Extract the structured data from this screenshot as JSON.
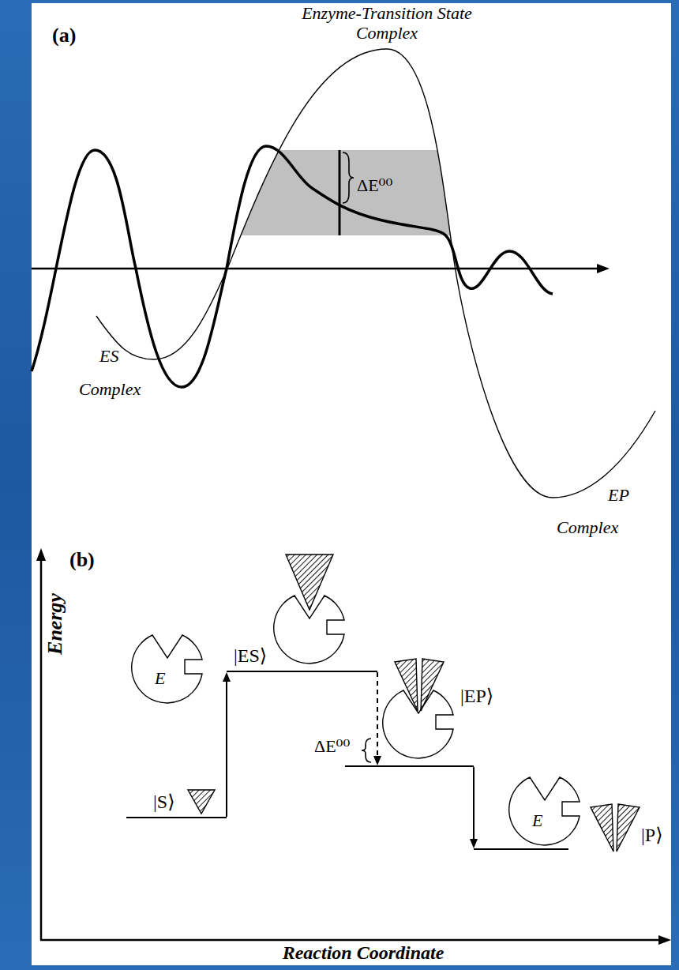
{
  "diagram": {
    "nodes": [
      {
        "text": [
          "|S⟩"
        ]
      },
      {
        "text": [
          "|ES⟩"
        ]
      },
      {
        "text": [
          "|EP⟩"
        ]
      },
      {
        "text": [
          "|P⟩"
        ]
      }
    ],
    "edges": [
      {
        "from": 0,
        "to": 1,
        "arrow": "to"
      },
      {
        "from": 1,
        "to": 2,
        "arrow": "to",
        "label": "ΔE⁰⁰"
      },
      {
        "from": 2,
        "to": 3,
        "arrow": "to"
      }
    ],
    "labels": [
      "(a)",
      "Enzyme-Transition State Complex",
      "ΔE⁰⁰",
      "ES",
      "Complex",
      "EP",
      "Complex",
      "(b)",
      "Energy",
      "E",
      "E",
      "Reaction Coordinate"
    ]
  }
}
